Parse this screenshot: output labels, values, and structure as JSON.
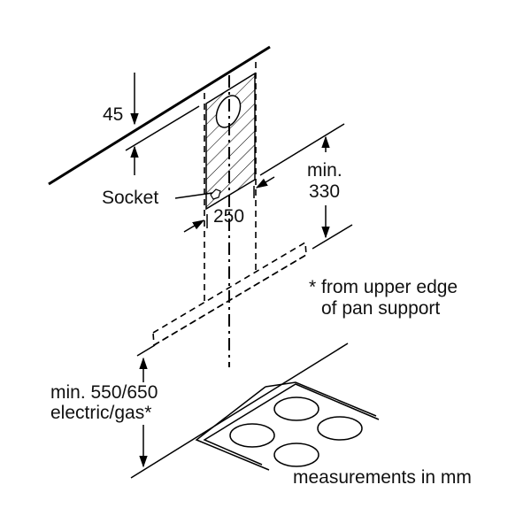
{
  "title": "Cooker hood installation dimensions",
  "labels": {
    "dim_45": "45",
    "socket": "Socket",
    "dim_250": "250",
    "min_330_line1": "min.",
    "min_330_line2": "330",
    "footnote_line1": "* from upper edge",
    "footnote_line2": "of pan support",
    "min_height_line1": "min. 550/650",
    "min_height_line2": "electric/gas*",
    "units_note": "measurements in mm"
  },
  "colors": {
    "line": "#000000",
    "background": "#ffffff"
  }
}
